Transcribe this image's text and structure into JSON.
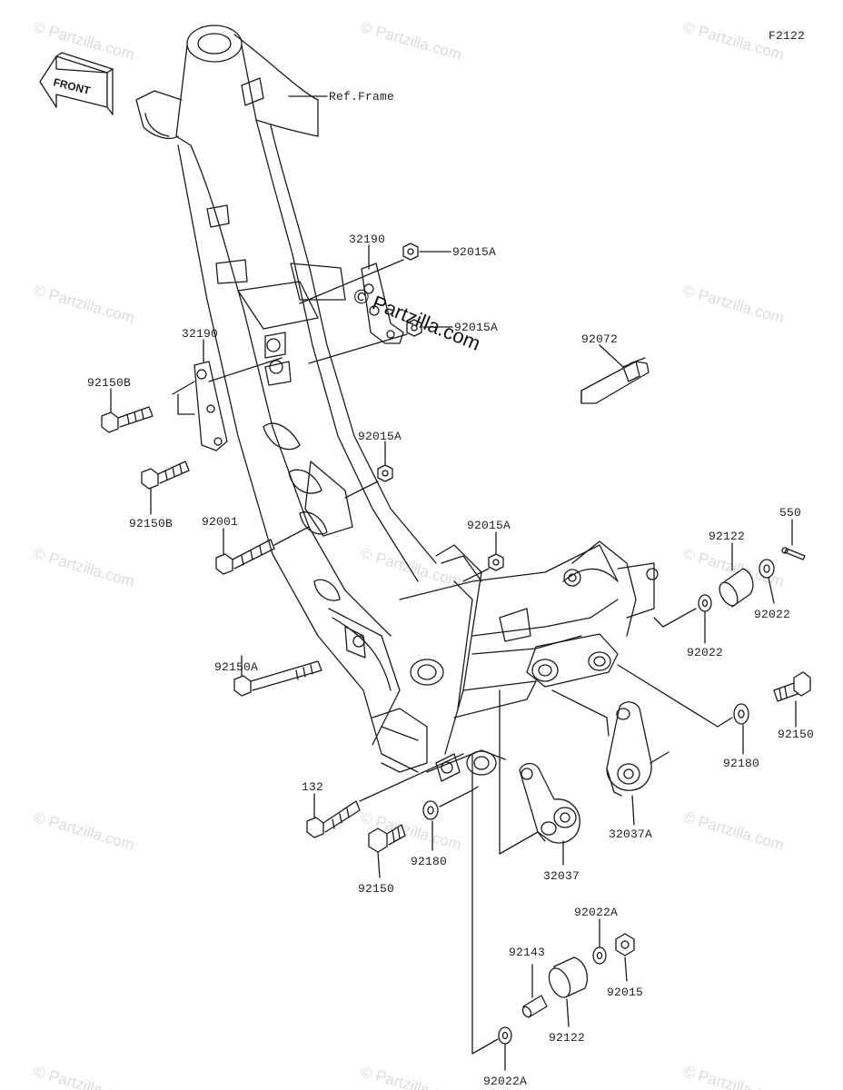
{
  "diagram_code": "F2122",
  "front_label": "FRONT",
  "ref_frame": "Ref.Frame",
  "watermark": "© Partzilla.com",
  "watermark_main": "© Partzilla.com",
  "parts": {
    "p32190_top": "32190",
    "p92015A_1": "92015A",
    "p92015A_2": "92015A",
    "p32190_left": "32190",
    "p92150B_1": "92150B",
    "p92150B_2": "92150B",
    "p92072": "92072",
    "p92015A_3": "92015A",
    "p92001": "92001",
    "p92015A_4": "92015A",
    "p550": "550",
    "p92122_top": "92122",
    "p92022_right": "92022",
    "p92022_mid": "92022",
    "p92150A": "92150A",
    "p92150_right": "92150",
    "p92180_right": "92180",
    "p132": "132",
    "p32037A": "32037A",
    "p92180_bottom": "92180",
    "p92150_bottom": "92150",
    "p32037": "32037",
    "p92022A_top": "92022A",
    "p92143": "92143",
    "p92015": "92015",
    "p92122_bottom": "92122",
    "p92022A_bottom": "92022A"
  }
}
